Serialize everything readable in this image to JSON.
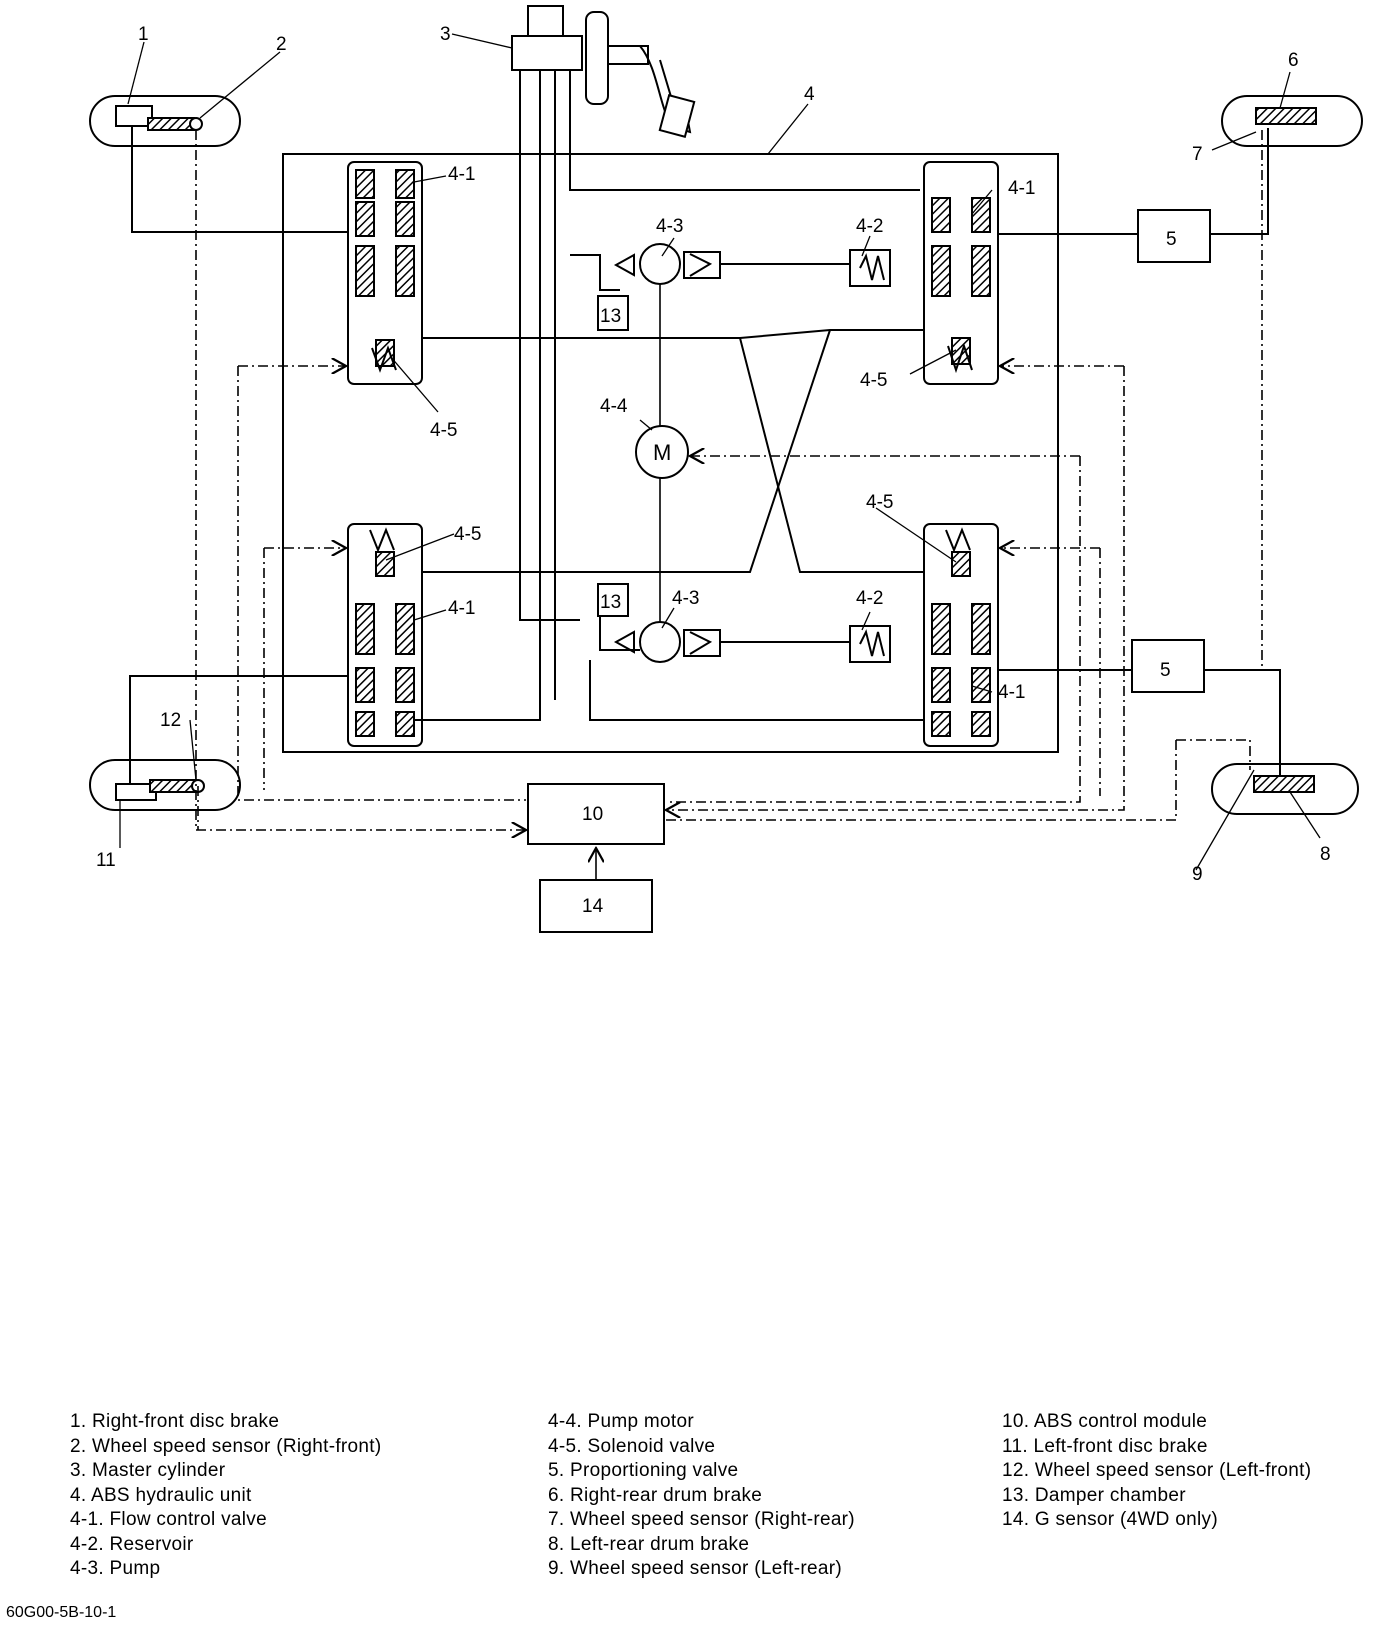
{
  "diagram": {
    "callouts": {
      "c1": "1",
      "c2": "2",
      "c3": "3",
      "c4": "4",
      "c5a": "5",
      "c5b": "5",
      "c6": "6",
      "c7": "7",
      "c8": "8",
      "c9": "9",
      "c10": "10",
      "c11": "11",
      "c12": "12",
      "c13a": "13",
      "c13b": "13",
      "c14": "14",
      "fv_tl": "4-1",
      "fv_tr": "4-1",
      "fv_bl": "4-1",
      "fv_br": "4-1",
      "res_t": "4-2",
      "res_b": "4-2",
      "pump_t": "4-3",
      "pump_b": "4-3",
      "motor_label": "4-4",
      "motor_symbol": "M",
      "sol_tl": "4-5",
      "sol_tr": "4-5",
      "sol_bl": "4-5",
      "sol_br": "4-5"
    }
  },
  "legend": {
    "col1": [
      "1. Right-front disc brake",
      "2. Wheel speed sensor (Right-front)",
      "3. Master cylinder",
      "4. ABS hydraulic unit",
      "4-1. Flow control valve",
      "4-2. Reservoir",
      "4-3. Pump"
    ],
    "col2": [
      "4-4. Pump motor",
      "4-5. Solenoid valve",
      "5. Proportioning valve",
      "6. Right-rear drum brake",
      "7. Wheel speed sensor (Right-rear)",
      "8. Left-rear drum brake",
      "9. Wheel speed sensor (Left-rear)"
    ],
    "col3": [
      "10. ABS control module",
      "11. Left-front disc brake",
      "12. Wheel speed sensor (Left-front)",
      "13. Damper chamber",
      "14. G sensor (4WD only)"
    ]
  },
  "figure_id": "60G00-5B-10-1"
}
